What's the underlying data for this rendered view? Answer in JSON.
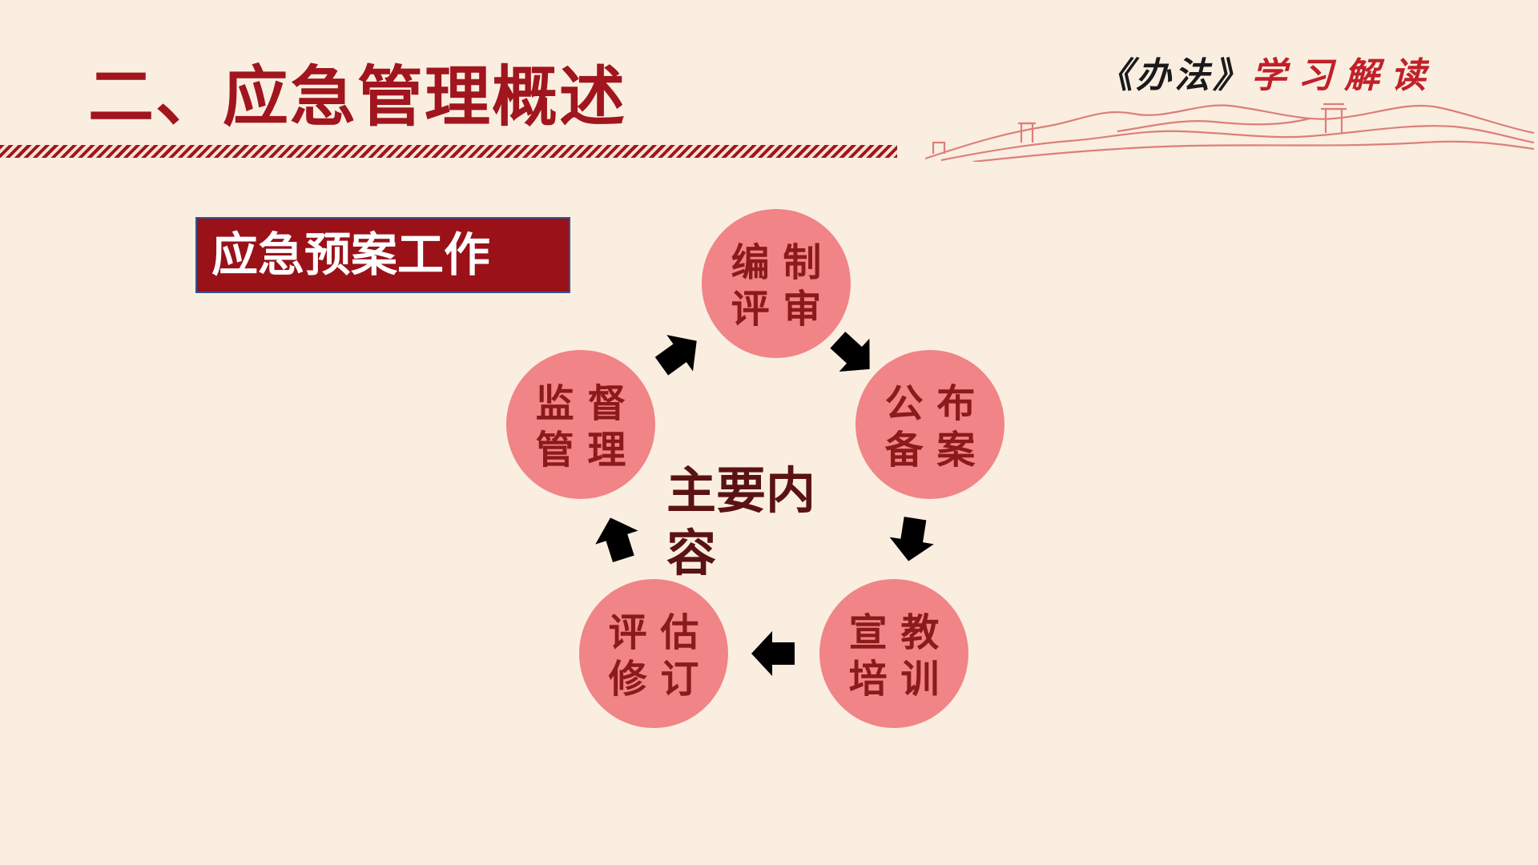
{
  "header": {
    "title": "二、应急管理概述",
    "tag_banfa": "《办法》",
    "tag_xuexi": "学习解读"
  },
  "section": {
    "label": "应急预案工作"
  },
  "cycle": {
    "center": {
      "line1": "主要内",
      "line2": "容"
    },
    "nodes": [
      {
        "line1": "编 制",
        "line2": "评 审"
      },
      {
        "line1": "公 布",
        "line2": "备 案"
      },
      {
        "line1": "宣 教",
        "line2": "培 训"
      },
      {
        "line1": "评 估",
        "line2": "修 订"
      },
      {
        "line1": "监 督",
        "line2": "管 理"
      }
    ],
    "node_color": "#F08486",
    "text_color": "#8B1A1A",
    "arrow_color": "#000000"
  },
  "colors": {
    "background": "#FAEEE0",
    "accent": "#A0151E",
    "box_border": "#2F5597"
  }
}
